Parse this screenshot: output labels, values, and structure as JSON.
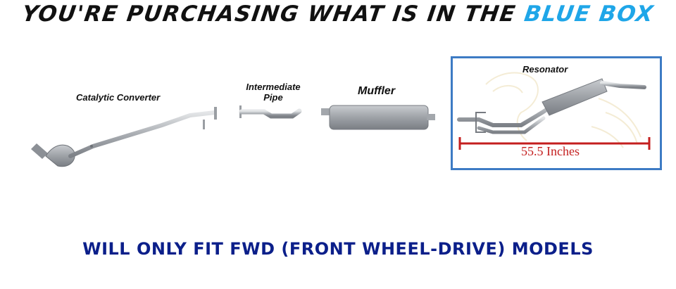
{
  "headline": {
    "text_main": "YOU'RE PURCHASING WHAT IS IN THE ",
    "text_accent": "BLUE BOX"
  },
  "labels": {
    "catalytic_converter": "Catalytic Converter",
    "intermediate_pipe_line1": "Intermediate",
    "intermediate_pipe_line2": "Pipe",
    "muffler": "Muffler",
    "resonator": "Resonator"
  },
  "measurement": "55.5 Inches",
  "footer": "WILL ONLY FIT FWD (FRONT WHEEL-DRIVE) MODELS",
  "colors": {
    "accent_blue": "#1fa6e8",
    "box_border": "#3d7bc4",
    "footer_navy": "#0b1f8a",
    "measure_red": "#c41f1f",
    "pipe_gray": "#b9bcc0"
  }
}
